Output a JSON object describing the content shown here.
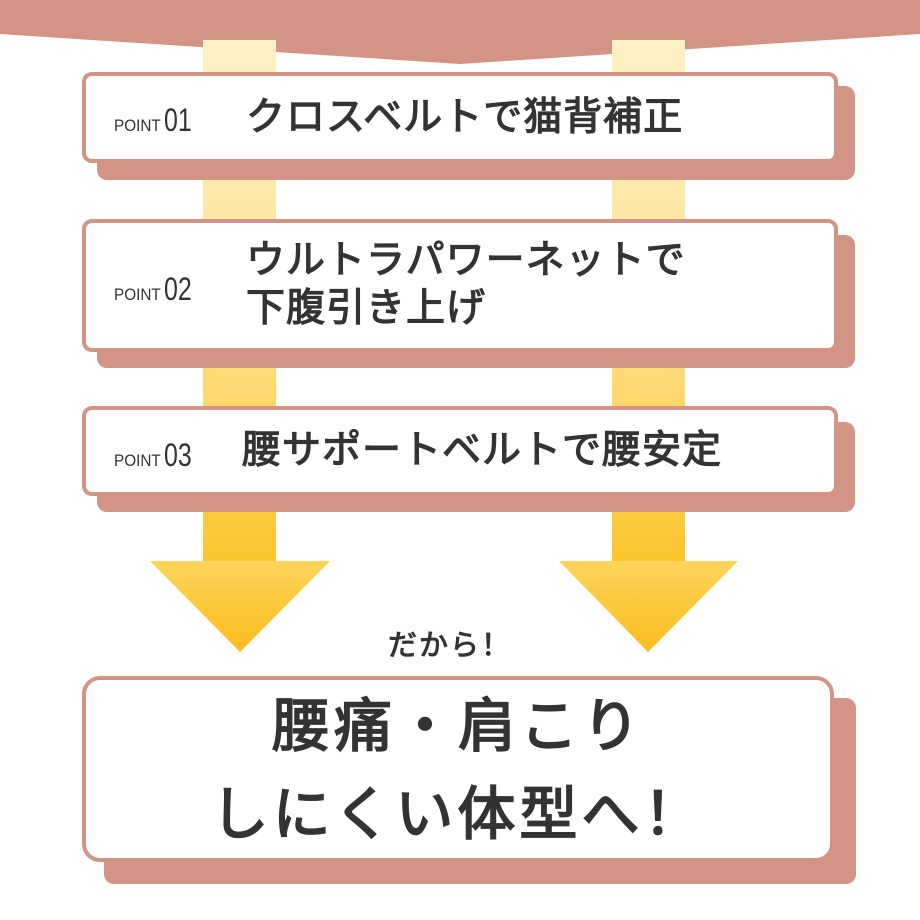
{
  "colors": {
    "banner": "#d39385",
    "card_border": "#d39385",
    "card_shadow": "#d39385",
    "arrow_light": "#fde9a6",
    "arrow_strong": "#fcc42a",
    "text": "#333333"
  },
  "points": [
    {
      "label": "POINT",
      "number": "01",
      "title": "クロスベルトで猫背補正"
    },
    {
      "label": "POINT",
      "number": "02",
      "title": "ウルトラパワーネットで\n下腹引き上げ"
    },
    {
      "label": "POINT",
      "number": "03",
      "title": "腰サポートベルトで腰安定"
    }
  ],
  "connector": "だから！",
  "result": "腰痛・肩こり\nしにくい体型へ！"
}
